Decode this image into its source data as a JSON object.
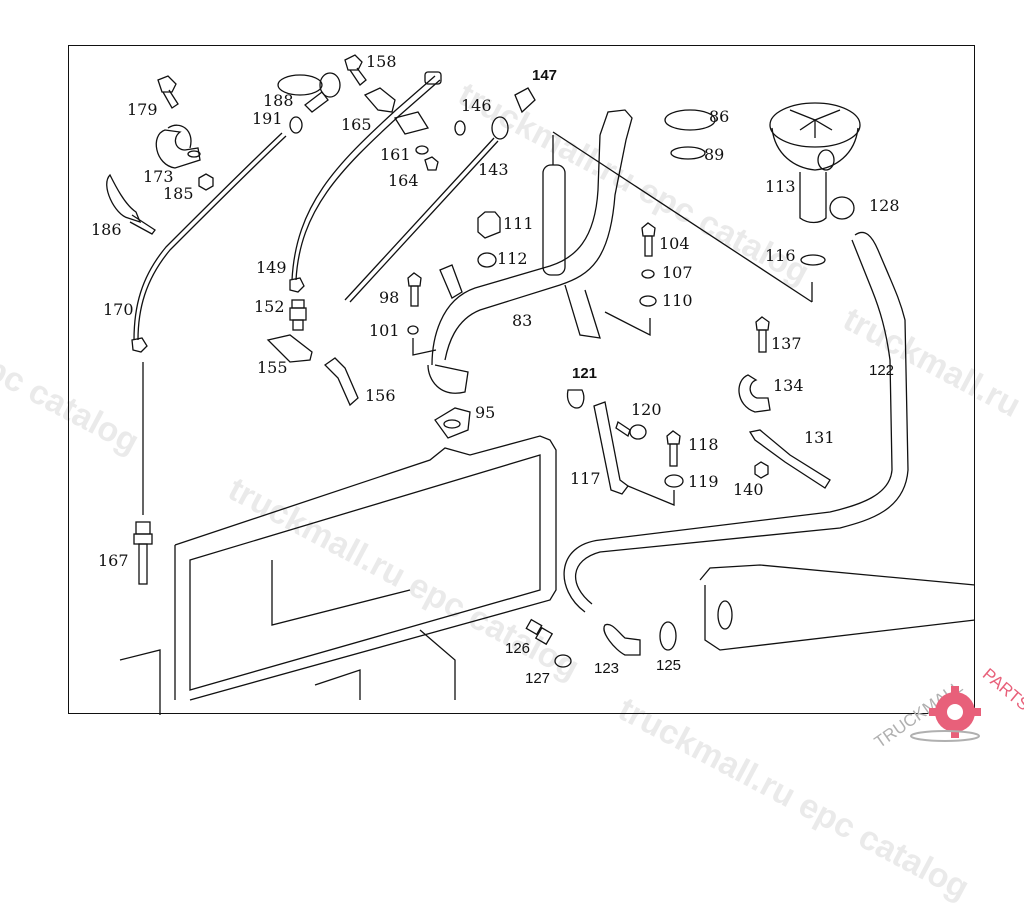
{
  "diagram": {
    "type": "exploded parts diagram",
    "subject": "oil filler / dipstick / oil pan assembly"
  },
  "callouts": [
    {
      "id": "179",
      "label": "179"
    },
    {
      "id": "188",
      "label": "188"
    },
    {
      "id": "191",
      "label": "191"
    },
    {
      "id": "158",
      "label": "158"
    },
    {
      "id": "165",
      "label": "165"
    },
    {
      "id": "161",
      "label": "161"
    },
    {
      "id": "164",
      "label": "164"
    },
    {
      "id": "173",
      "label": "173"
    },
    {
      "id": "185",
      "label": "185"
    },
    {
      "id": "186",
      "label": "186"
    },
    {
      "id": "147",
      "label": "147"
    },
    {
      "id": "146",
      "label": "146"
    },
    {
      "id": "143",
      "label": "143"
    },
    {
      "id": "86",
      "label": "86"
    },
    {
      "id": "89",
      "label": "89"
    },
    {
      "id": "113",
      "label": "113"
    },
    {
      "id": "128",
      "label": "128"
    },
    {
      "id": "111",
      "label": "111"
    },
    {
      "id": "112",
      "label": "112"
    },
    {
      "id": "104",
      "label": "104"
    },
    {
      "id": "107",
      "label": "107"
    },
    {
      "id": "110",
      "label": "110"
    },
    {
      "id": "116",
      "label": "116"
    },
    {
      "id": "149",
      "label": "149"
    },
    {
      "id": "170",
      "label": "170"
    },
    {
      "id": "152",
      "label": "152"
    },
    {
      "id": "98",
      "label": "98"
    },
    {
      "id": "83",
      "label": "83"
    },
    {
      "id": "101",
      "label": "101"
    },
    {
      "id": "155",
      "label": "155"
    },
    {
      "id": "156",
      "label": "156"
    },
    {
      "id": "95",
      "label": "95"
    },
    {
      "id": "137",
      "label": "137"
    },
    {
      "id": "122",
      "label": "122"
    },
    {
      "id": "121",
      "label": "121"
    },
    {
      "id": "120",
      "label": "120"
    },
    {
      "id": "134",
      "label": "134"
    },
    {
      "id": "118",
      "label": "118"
    },
    {
      "id": "131",
      "label": "131"
    },
    {
      "id": "117",
      "label": "117"
    },
    {
      "id": "119",
      "label": "119"
    },
    {
      "id": "140",
      "label": "140"
    },
    {
      "id": "167",
      "label": "167"
    },
    {
      "id": "126",
      "label": "126"
    },
    {
      "id": "127",
      "label": "127"
    },
    {
      "id": "123",
      "label": "123"
    },
    {
      "id": "125",
      "label": "125"
    }
  ],
  "watermarks": [
    "truckmall.ru epc catalog",
    "truckmall.ru epc catalog",
    "truckmall.ru epc catalog",
    "truckmall.ru epc catalog",
    "epc catalog"
  ],
  "logo": {
    "text_left": "TRUCKMALL",
    "text_right": "PARTS",
    "accent_color": "#e8607a",
    "gray_color": "#b0b0b0"
  }
}
